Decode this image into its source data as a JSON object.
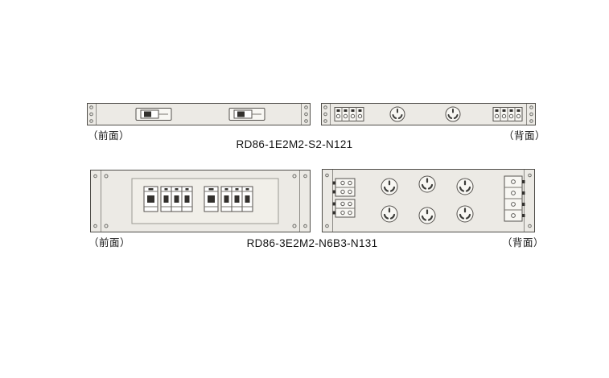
{
  "diagram": {
    "units": [
      {
        "model": "RD86-1E2M2-S2-N121",
        "front_view_label": "（前面）",
        "back_view_label": "（背面）"
      },
      {
        "model": "RD86-3E2M2-N6B3-N131",
        "front_view_label": "（前面）",
        "back_view_label": "（背面）"
      }
    ],
    "colors": {
      "page_bg": "#ffffff",
      "panel_fill": "#eceae5",
      "panel_stroke": "#4f4d49",
      "detail_fill": "#f8f7f3",
      "recess_fill": "#f1efe9",
      "dark_accent": "#33312e"
    }
  }
}
